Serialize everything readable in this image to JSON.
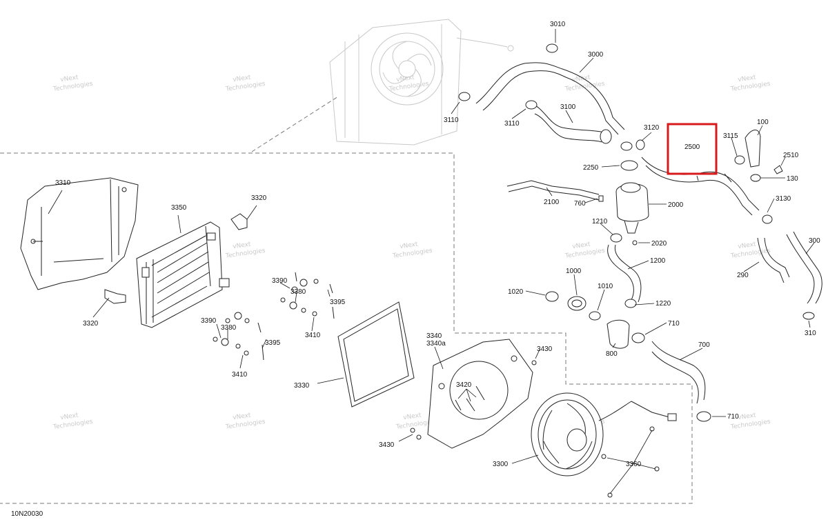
{
  "diagram_ref": "10N20030",
  "watermark": {
    "line1": "vNext",
    "line2": "Technologies",
    "combined": "vNext Technologies"
  },
  "highlight_color": "#d7191c",
  "parts": {
    "p3010": "3010",
    "p3000": "3000",
    "p3110a": "3110",
    "p3110b": "3110",
    "p3100": "3100",
    "p3120": "3120",
    "p2500": "2500",
    "p3115": "3115",
    "p100": "100",
    "p2510": "2510",
    "p130": "130",
    "p2250": "2250",
    "p2100": "2100",
    "p760": "760",
    "p2000": "2000",
    "p3130": "3130",
    "p1210": "1210",
    "p2020": "2020",
    "p1200": "1200",
    "p300": "300",
    "p290": "290",
    "p1020": "1020",
    "p1000": "1000",
    "p1010": "1010",
    "p1220": "1220",
    "p710a": "710",
    "p800": "800",
    "p700": "700",
    "p310": "310",
    "p710b": "710",
    "p3310": "3310",
    "p3350": "3350",
    "p3320a": "3320",
    "p3320b": "3320",
    "p3390a": "3390",
    "p3380a": "3380",
    "p3395a": "3395",
    "p3390b": "3390",
    "p3380b": "3380",
    "p3410a": "3410",
    "p3395b": "3395",
    "p3410b": "3410",
    "p3330": "3330",
    "p3340": "3340",
    "p3340a": "3340a",
    "p3430a": "3430",
    "p3420": "3420",
    "p3430b": "3430",
    "p3300": "3300",
    "p3360": "3360"
  }
}
